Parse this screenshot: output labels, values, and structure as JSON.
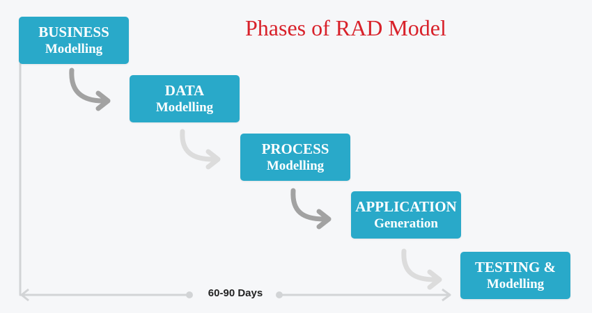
{
  "title": "Phases of RAD Model",
  "phases": [
    {
      "line1": "BUSINESS",
      "line2": "Modelling"
    },
    {
      "line1": "DATA",
      "line2": "Modelling"
    },
    {
      "line1": "PROCESS",
      "line2": "Modelling"
    },
    {
      "line1": "APPLICATION",
      "line2": "Generation"
    },
    {
      "line1": "TESTING &",
      "line2": "Modelling"
    }
  ],
  "duration_label": "60-90 Days",
  "arrows": [
    {
      "from": "BUSINESS Modelling",
      "to": "DATA Modelling",
      "shade": "dark"
    },
    {
      "from": "DATA Modelling",
      "to": "PROCESS Modelling",
      "shade": "light"
    },
    {
      "from": "PROCESS Modelling",
      "to": "APPLICATION Generation",
      "shade": "dark"
    },
    {
      "from": "APPLICATION Generation",
      "to": "TESTING & Modelling",
      "shade": "light"
    }
  ],
  "colors": {
    "title": "#d8212a",
    "phase_box": "#29a9c9",
    "arrow_dark": "#a2a2a2",
    "arrow_light": "#dcdcdc",
    "timeline": "#d2d4d6",
    "background": "#f6f7f9"
  }
}
